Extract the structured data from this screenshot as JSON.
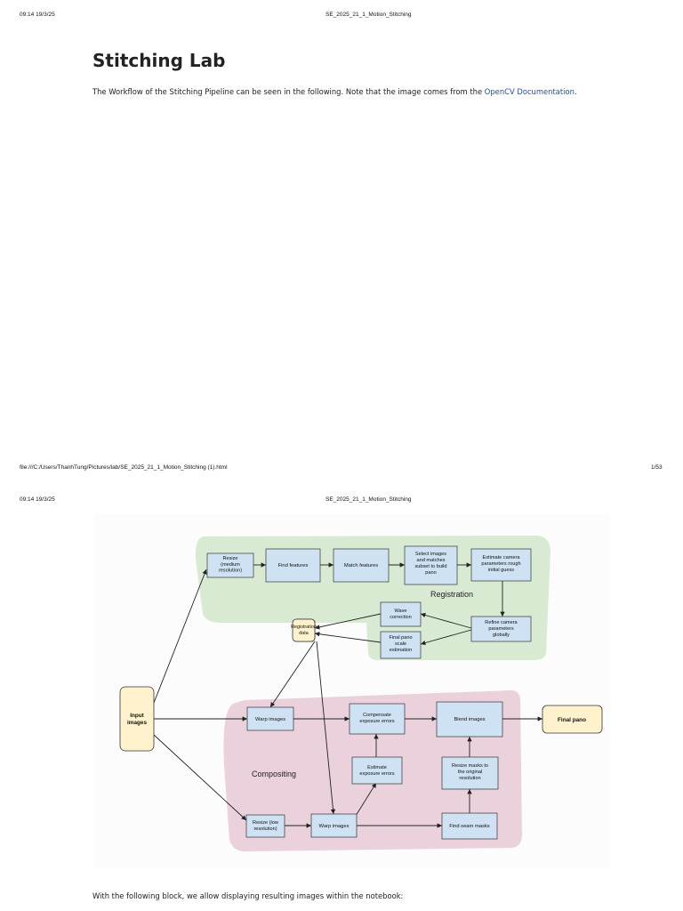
{
  "page1": {
    "header_time": "09:14 19/3/25",
    "header_title": "SE_2025_21_1_Motion_Stitching",
    "title": "Stitching Lab",
    "intro_text": "The Workflow of the Stitching Pipeline can be seen in the following. Note that the image comes from the ",
    "intro_link": "OpenCV Documentation",
    "intro_end": ".",
    "footer_path": "file:///C:/Users/ThanhTung/Pictures/lab/SE_2025_21_1_Motion_Stitching (1).html",
    "footer_page": "1/53"
  },
  "page2": {
    "header_time": "09:14 19/3/25",
    "header_title": "SE_2025_21_1_Motion_Stitching",
    "bottom_text": "With the following block, we allow displaying resulting images within the notebook:"
  },
  "diagram": {
    "registration_label": "Registration",
    "compositing_label": "Compositing",
    "nodes": {
      "input_images": [
        "Input",
        "images"
      ],
      "resize_medium": [
        "Resize",
        "(medium",
        "resolution)"
      ],
      "find_features": [
        "Find features"
      ],
      "match_features": [
        "Match features"
      ],
      "select_images": [
        "Select images",
        "and matches",
        "subset to build",
        "pano"
      ],
      "estimate_camera": [
        "Estimate camera",
        "parameters rough",
        "initial guess"
      ],
      "refine_camera": [
        "Refine camera",
        "parameters",
        "globally"
      ],
      "wave_correction": [
        "Wave",
        "correction"
      ],
      "final_pano_scale": [
        "Final pano",
        "scale",
        "estimation"
      ],
      "registration_data": [
        "Registration",
        "data"
      ],
      "warp_images_top": [
        "Warp images"
      ],
      "compensate_exposure": [
        "Compensate",
        "exposure errors"
      ],
      "blend_images": [
        "Blend images"
      ],
      "final_pano": [
        "Final pano"
      ],
      "estimate_exposure": [
        "Estimate",
        "exposure errors"
      ],
      "resize_masks": [
        "Resize masks to",
        "the original",
        "resolution"
      ],
      "resize_low": [
        "Resize (low",
        "resolution)"
      ],
      "warp_images_bottom": [
        "Warp images"
      ],
      "find_seam_masks": [
        "Find seam masks"
      ]
    },
    "colors": {
      "registration_bg": "#d9ead3",
      "compositing_bg": "#ead1dc",
      "box_fill": "#cfe2f3",
      "terminal_fill": "#fff2cc",
      "link": "#1a4fb5"
    }
  }
}
